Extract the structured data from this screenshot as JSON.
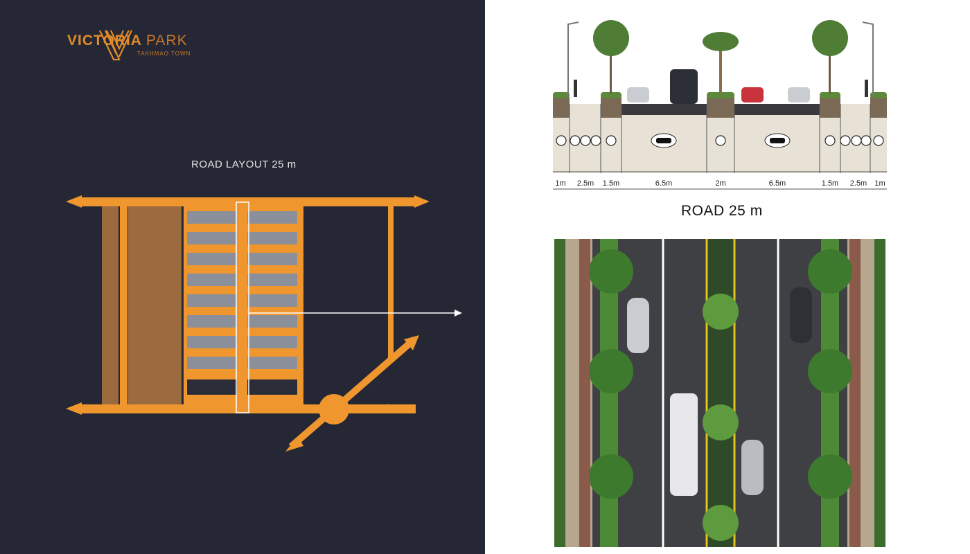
{
  "brand": {
    "name_bold": "VICTORIA",
    "name_light": "PARK",
    "tagline": "TAKHMAO TOWN",
    "accent_color": "#e08a2a"
  },
  "layout": {
    "title": "ROAD LAYOUT 25 m"
  },
  "section": {
    "dimensions": [
      "1m",
      "2.5m",
      "1.5m",
      "6.5m",
      "2m",
      "6.5m",
      "1.5m",
      "2.5m",
      "1m"
    ],
    "icons": [
      "tree-icon",
      "pedestrian-icon",
      "bicycle-icon",
      "wheelchair-icon",
      "tree-icon",
      "car-icon",
      "tree-icon",
      "car-icon",
      "tree-icon",
      "wheelchair-icon",
      "pedestrian-icon",
      "bicycle-icon",
      "tree-icon"
    ]
  },
  "plan": {
    "title": "ROAD 25 m"
  }
}
